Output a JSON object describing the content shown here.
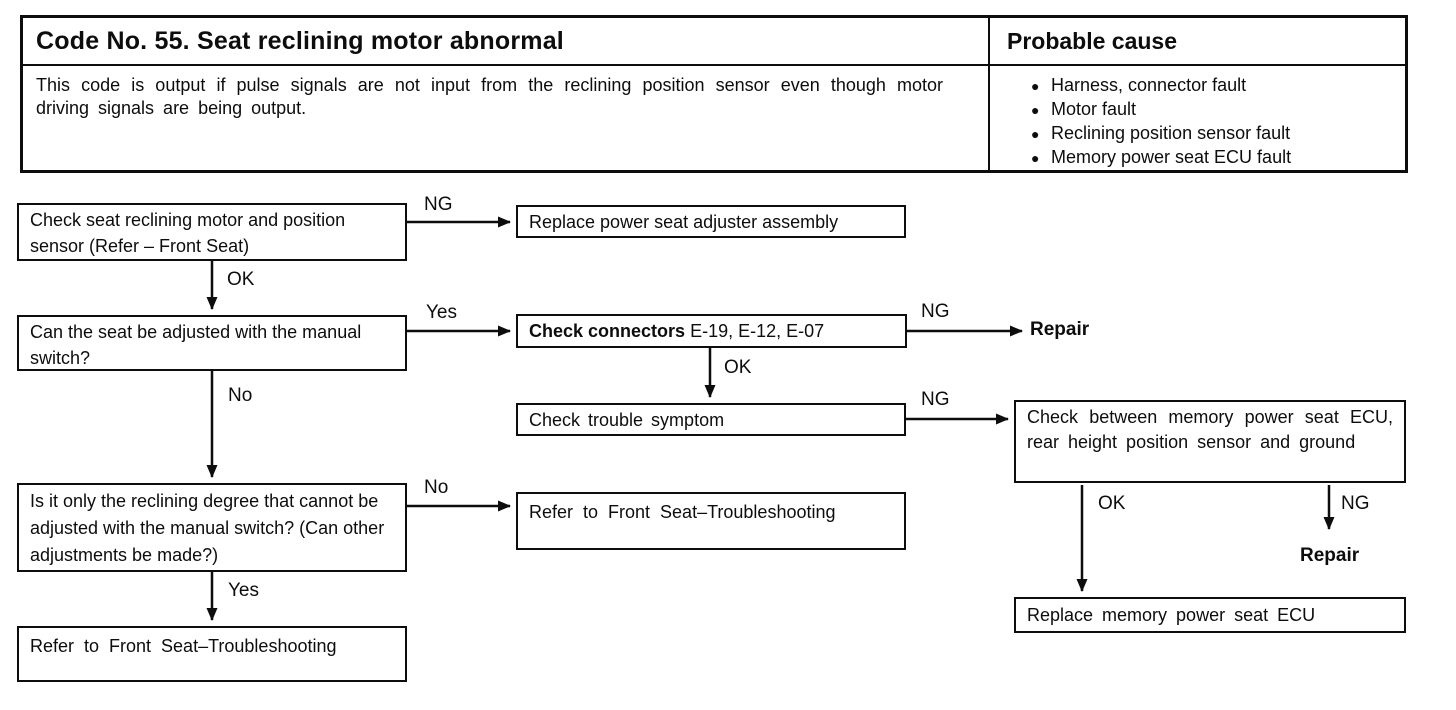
{
  "header": {
    "title": "Code No. 55. Seat reclining motor abnormal",
    "description": "This code is output if pulse signals are not input from the reclining position sensor even though motor driving signals are being output.",
    "probable_cause_title": "Probable cause",
    "probable_causes": [
      "Harness, connector fault",
      "Motor fault",
      "Reclining position sensor fault",
      "Memory power seat ECU fault"
    ]
  },
  "flowchart": {
    "boxes": {
      "check_motor_sensor": "Check seat reclining motor and position sensor (Refer – Front Seat)",
      "replace_adjuster": "Replace power seat adjuster assembly",
      "manual_switch_question": "Can the seat be adjusted with the manual switch?",
      "check_connectors_label": "Check connectors",
      "check_connectors_ids": "E-19, E-12, E-07",
      "check_trouble_symptom": "Check trouble symptom",
      "check_between_ecu": "Check between memory power seat ECU, rear height position sensor and ground",
      "reclining_only_question": "Is it only the reclining degree that cannot be adjusted with the manual switch? (Can other adjustments be made?)",
      "refer_front_seat_mid": "Refer to Front Seat–Troubleshooting",
      "refer_front_seat_bottom": "Refer to Front Seat–Troubleshooting",
      "replace_ecu": "Replace memory power seat ECU"
    },
    "labels": {
      "a_ng": "NG",
      "a_ok": "OK",
      "c_yes": "Yes",
      "c_no": "No",
      "d_ng": "NG",
      "d_ok": "OK",
      "d_repair": "Repair",
      "e_ng": "NG",
      "g_no": "No",
      "g_yes": "Yes",
      "f_ok": "OK",
      "f_ng": "NG",
      "f_repair": "Repair"
    }
  }
}
